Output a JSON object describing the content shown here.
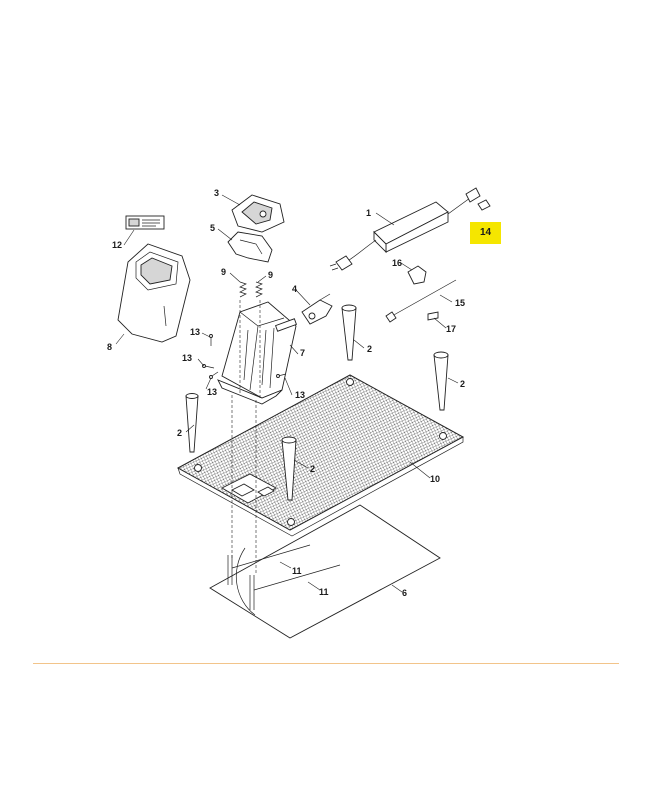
{
  "callouts": [
    {
      "id": "1",
      "label": "1"
    },
    {
      "id": "2a",
      "label": "2"
    },
    {
      "id": "2b",
      "label": "2"
    },
    {
      "id": "2c",
      "label": "2"
    },
    {
      "id": "2d",
      "label": "2"
    },
    {
      "id": "3",
      "label": "3"
    },
    {
      "id": "4",
      "label": "4"
    },
    {
      "id": "5",
      "label": "5"
    },
    {
      "id": "6",
      "label": "6"
    },
    {
      "id": "7",
      "label": "7"
    },
    {
      "id": "8",
      "label": "8"
    },
    {
      "id": "9a",
      "label": "9"
    },
    {
      "id": "9b",
      "label": "9"
    },
    {
      "id": "10",
      "label": "10"
    },
    {
      "id": "11a",
      "label": "11"
    },
    {
      "id": "11b",
      "label": "11"
    },
    {
      "id": "12",
      "label": "12"
    },
    {
      "id": "13a",
      "label": "13"
    },
    {
      "id": "13b",
      "label": "13"
    },
    {
      "id": "13c",
      "label": "13"
    },
    {
      "id": "13d",
      "label": "13"
    },
    {
      "id": "14",
      "label": "14",
      "highlighted": true
    },
    {
      "id": "15",
      "label": "15"
    },
    {
      "id": "16",
      "label": "16"
    },
    {
      "id": "17",
      "label": "17"
    }
  ],
  "colors": {
    "highlight": "#f5e600",
    "separator": "#f2c48a",
    "line": "#222222"
  }
}
